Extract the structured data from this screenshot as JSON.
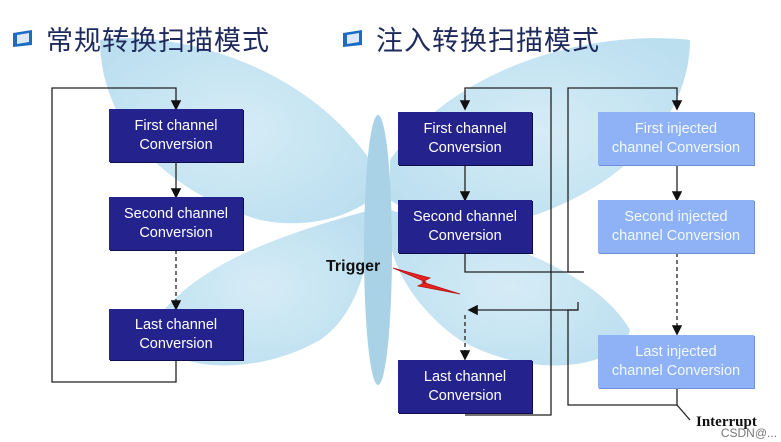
{
  "headings": {
    "left": "常规转换扫描模式",
    "right": "注入转换扫描模式"
  },
  "regular_scan": {
    "first": "First channel\nConversion",
    "second": "Second channel\nConversion",
    "last": "Last channel\nConversion"
  },
  "injected_scan": {
    "regular_first": "First channel\nConversion",
    "regular_second": "Second channel\nConversion",
    "regular_last": "Last channel\nConversion",
    "injected_first": "First injected\nchannel Conversion",
    "injected_second": "Second injected\nchannel Conversion",
    "injected_last": "Last injected\nchannel Conversion"
  },
  "labels": {
    "trigger": "Trigger",
    "interrupt": "Interrupt"
  },
  "watermark": "CSDN@..."
}
